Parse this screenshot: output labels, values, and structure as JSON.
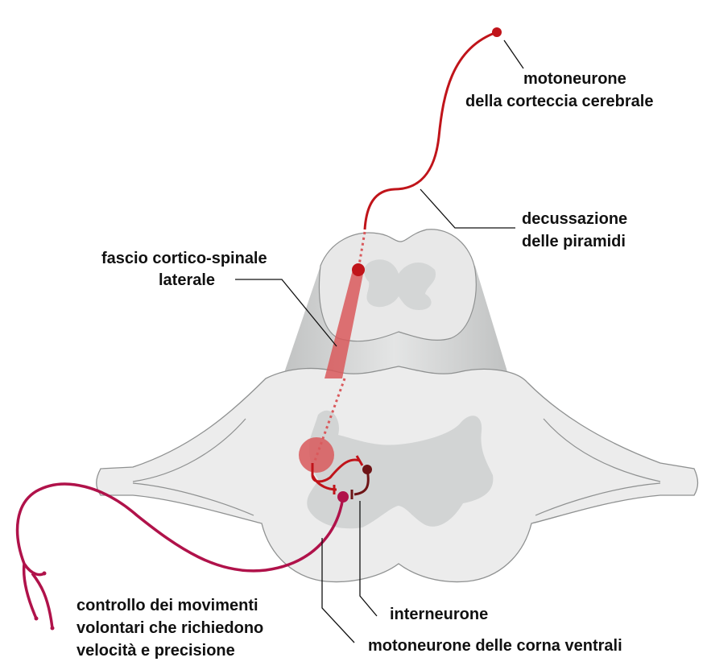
{
  "labels": {
    "cortex_neuron_1": "motoneurone",
    "cortex_neuron_2": "della corteccia cerebrale",
    "decussation_1": "decussazione",
    "decussation_2": "delle piramidi",
    "tract_1": "fascio cortico-spinale",
    "tract_2": "laterale",
    "control_1": "controllo dei movimenti",
    "control_2": "volontari che richiedono",
    "control_3": "velocità e precisione",
    "interneuron": "interneurone",
    "ventral_motoneuron": "motoneurone delle corna ventrali"
  },
  "colors": {
    "upper_motor": "#c0141a",
    "lower_motor": "#b0124a",
    "interneuron": "#6e1416",
    "tract": "#d9595c",
    "tissue": "#ececec",
    "gray_matter": "#d2d4d4"
  }
}
